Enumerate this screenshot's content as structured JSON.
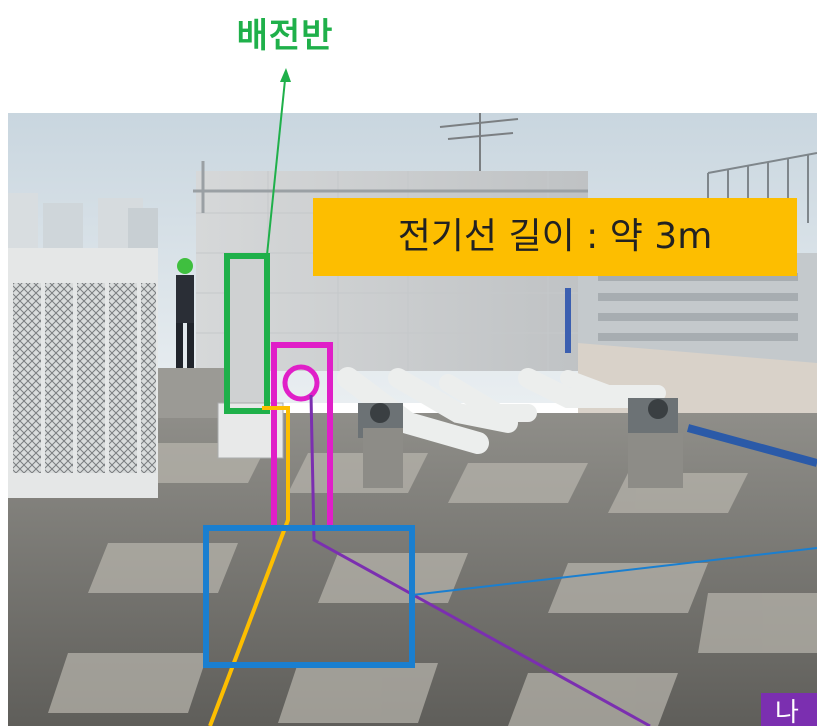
{
  "annotations": {
    "panel_label": "배전반",
    "cable_length_label": "전기선 길이 : 약 3m",
    "purple_label_fragment": "나"
  },
  "colors": {
    "green": "#1fb04a",
    "magenta": "#e01fc8",
    "orange": "#fdbe00",
    "blue": "#1a7fd0",
    "purple": "#7b2fb0"
  }
}
